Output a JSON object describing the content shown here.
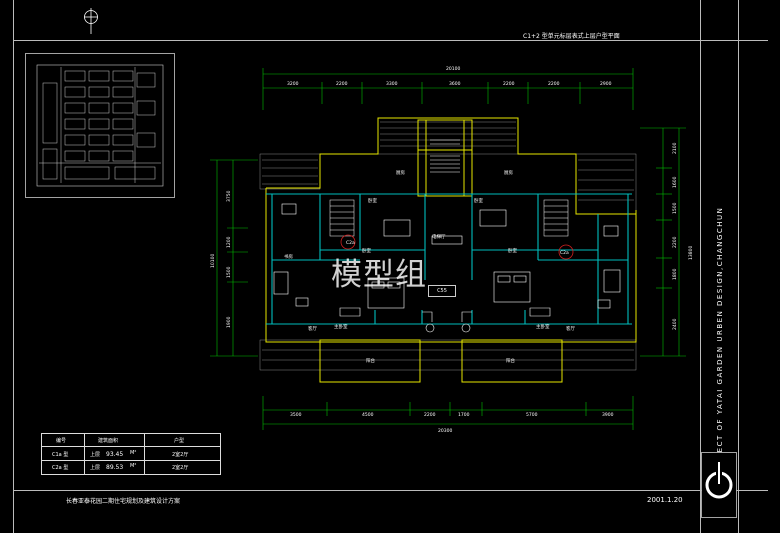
{
  "sheet": {
    "title": "C1+2 型单元标层表式上层户型平面",
    "project_title": "长春亚泰花园二期住宅规划及建筑设计方案",
    "date": "2001.1.20",
    "vertical_text": "PROJECT OF YATAI GARDEN URBEN DESIGN,CHANGCHUN",
    "watermark": "模型组",
    "watermark_sub": "C55"
  },
  "dimensions": {
    "top_total": "20100",
    "top_segments": [
      "3200",
      "2200",
      "3300",
      "3600",
      "2200",
      "2200",
      "2900"
    ],
    "bottom_total": "20300",
    "bottom_segments": [
      "3500",
      "4500",
      "2200",
      "1700",
      "5700",
      "3900"
    ],
    "left_total": "10100",
    "left_segments": [
      "3750",
      "1200",
      "1500",
      "1900"
    ],
    "right_total": "13800",
    "right_segments": [
      "2100",
      "1600",
      "1500",
      "2200",
      "1800",
      "2400"
    ]
  },
  "rooms": {
    "markers": [
      "C2a",
      "C2a"
    ],
    "labels": [
      "厨房",
      "厨房",
      "卧室",
      "卧室",
      "客厅",
      "客厅",
      "主卧室",
      "主卧室",
      "卧室",
      "卧室",
      "书房",
      "阳台",
      "阳台",
      "电梯厅"
    ]
  },
  "table": {
    "headers": [
      "编号",
      "建筑面积",
      "户型"
    ],
    "rows": [
      {
        "code": "C1a 型",
        "area": "93.45",
        "unit": "M²",
        "type": "2室2厅"
      },
      {
        "code": "C2a 型",
        "area": "89.53",
        "unit": "M²",
        "type": "2室2厅"
      }
    ],
    "area_prefix": "上层"
  },
  "colors": {
    "background": "#000000",
    "walls_yellow": "#e6e600",
    "walls_cyan": "#00bcbc",
    "dimension_green": "#00c000",
    "furniture_white": "#ffffff",
    "marker_red": "#d02020"
  }
}
